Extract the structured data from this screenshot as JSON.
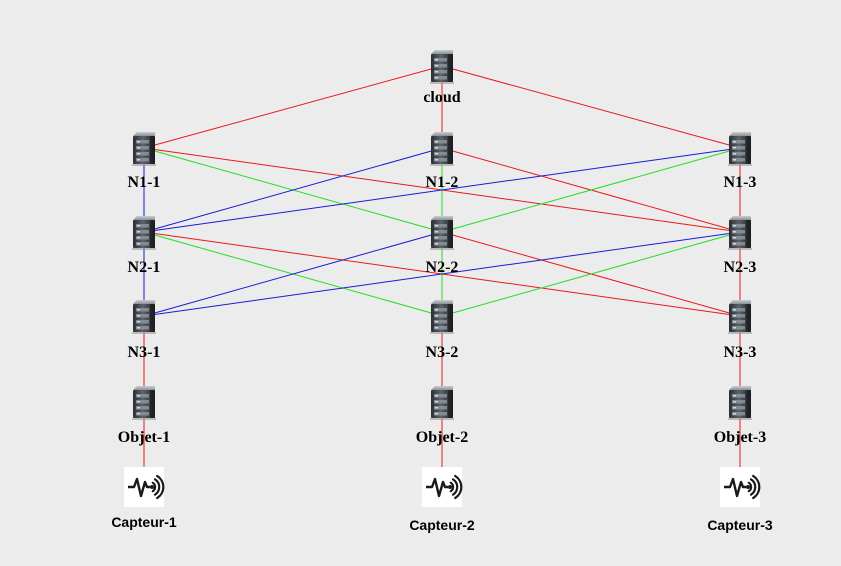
{
  "nodes": [
    {
      "id": "cloud",
      "label": "cloud",
      "icon": "server-icon"
    },
    {
      "id": "n11",
      "label": "N1-1",
      "icon": "server-icon"
    },
    {
      "id": "n12",
      "label": "N1-2",
      "icon": "server-icon"
    },
    {
      "id": "n13",
      "label": "N1-3",
      "icon": "server-icon"
    },
    {
      "id": "n21",
      "label": "N2-1",
      "icon": "server-icon"
    },
    {
      "id": "n22",
      "label": "N2-2",
      "icon": "server-icon"
    },
    {
      "id": "n23",
      "label": "N2-3",
      "icon": "server-icon"
    },
    {
      "id": "n31",
      "label": "N3-1",
      "icon": "server-icon"
    },
    {
      "id": "n32",
      "label": "N3-2",
      "icon": "server-icon"
    },
    {
      "id": "n33",
      "label": "N3-3",
      "icon": "server-icon"
    },
    {
      "id": "o1",
      "label": "Objet-1",
      "icon": "server-icon"
    },
    {
      "id": "o2",
      "label": "Objet-2",
      "icon": "server-icon"
    },
    {
      "id": "o3",
      "label": "Objet-3",
      "icon": "server-icon"
    },
    {
      "id": "c1",
      "label": "Capteur-1",
      "icon": "sensor-icon"
    },
    {
      "id": "c2",
      "label": "Capteur-2",
      "icon": "sensor-icon"
    },
    {
      "id": "c3",
      "label": "Capteur-3",
      "icon": "sensor-icon"
    }
  ],
  "link_colors": {
    "red": "#e8191c",
    "green": "#22dd22",
    "blue": "#1a1ad6"
  },
  "links": [
    {
      "from": "cloud",
      "to": "n11",
      "color": "red"
    },
    {
      "from": "cloud",
      "to": "n12",
      "color": "red"
    },
    {
      "from": "cloud",
      "to": "n13",
      "color": "red"
    },
    {
      "from": "n11",
      "to": "n22",
      "color": "green"
    },
    {
      "from": "n11",
      "to": "n23",
      "color": "red"
    },
    {
      "from": "n11",
      "to": "n21",
      "color": "blue"
    },
    {
      "from": "n12",
      "to": "n21",
      "color": "blue"
    },
    {
      "from": "n12",
      "to": "n22",
      "color": "green"
    },
    {
      "from": "n12",
      "to": "n23",
      "color": "red"
    },
    {
      "from": "n13",
      "to": "n21",
      "color": "blue"
    },
    {
      "from": "n13",
      "to": "n22",
      "color": "green"
    },
    {
      "from": "n13",
      "to": "n23",
      "color": "red"
    },
    {
      "from": "n21",
      "to": "n32",
      "color": "green"
    },
    {
      "from": "n21",
      "to": "n33",
      "color": "red"
    },
    {
      "from": "n21",
      "to": "n31",
      "color": "blue"
    },
    {
      "from": "n22",
      "to": "n31",
      "color": "blue"
    },
    {
      "from": "n22",
      "to": "n32",
      "color": "green"
    },
    {
      "from": "n22",
      "to": "n33",
      "color": "red"
    },
    {
      "from": "n23",
      "to": "n31",
      "color": "blue"
    },
    {
      "from": "n23",
      "to": "n32",
      "color": "green"
    },
    {
      "from": "n23",
      "to": "n33",
      "color": "red"
    },
    {
      "from": "n31",
      "to": "o1",
      "color": "red"
    },
    {
      "from": "n32",
      "to": "o2",
      "color": "red"
    },
    {
      "from": "n33",
      "to": "o3",
      "color": "red"
    },
    {
      "from": "o1",
      "to": "c1",
      "color": "red"
    },
    {
      "from": "o2",
      "to": "c2",
      "color": "red"
    },
    {
      "from": "o3",
      "to": "c3",
      "color": "red"
    }
  ]
}
